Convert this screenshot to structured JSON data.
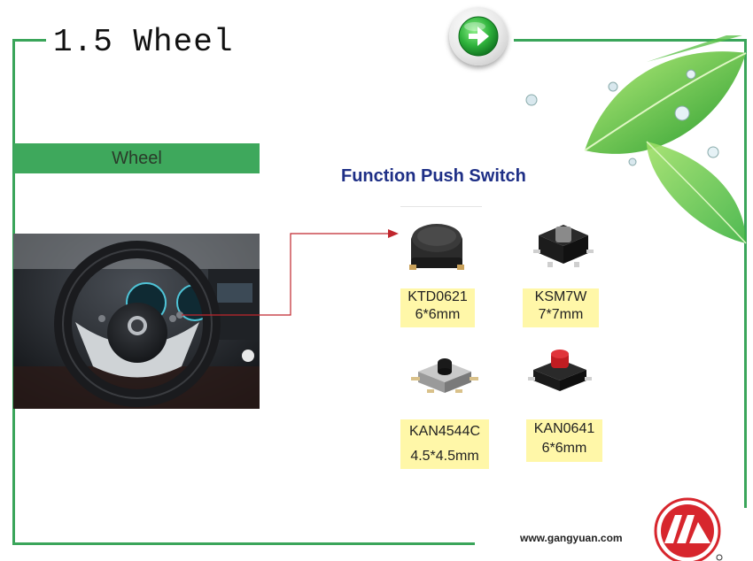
{
  "header": {
    "title": "1.5 Wheel"
  },
  "nav": {
    "next_icon": "green-right-arrow-icon"
  },
  "section": {
    "label": "Wheel"
  },
  "content": {
    "heading": "Function Push Switch",
    "parts": [
      {
        "model": "KTD0621",
        "size": "6*6mm"
      },
      {
        "model": "KSM7W",
        "size": "7*7mm"
      },
      {
        "model": "KAN4544C",
        "size": "4.5*4.5mm"
      },
      {
        "model": "KAN0641",
        "size": "6*6mm"
      }
    ]
  },
  "footer": {
    "url": "www.gangyuan.com"
  },
  "colors": {
    "frame": "#3aa55a",
    "section_tab": "#3ea85c",
    "heading": "#1e2f86",
    "label_bg": "#fff7a8",
    "connector": "#c0262d"
  }
}
